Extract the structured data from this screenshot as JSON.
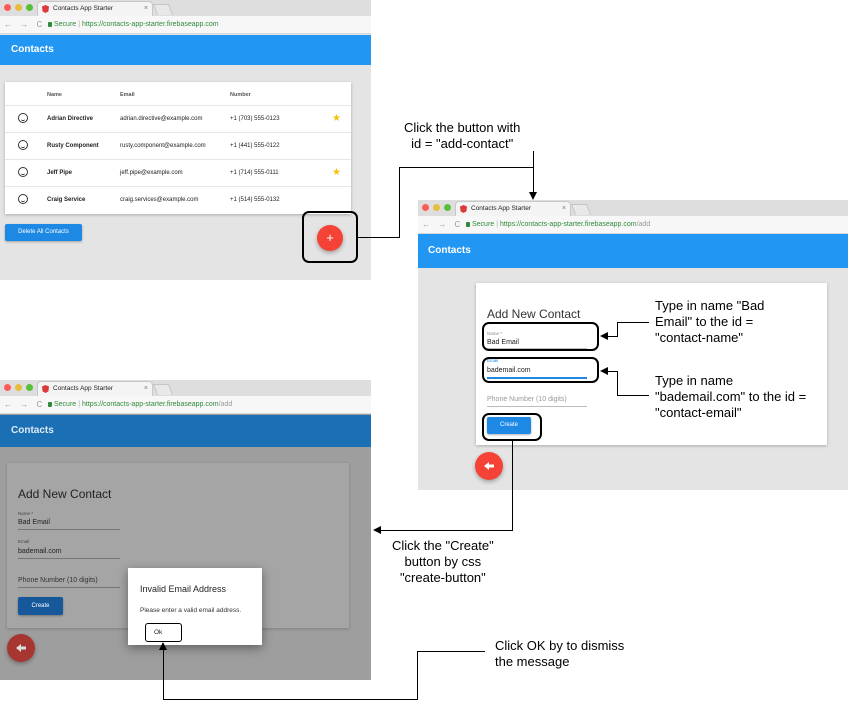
{
  "colors": {
    "appbar": "#2196f3",
    "fab": "#f44336",
    "button": "#1e88e5",
    "star": "#f4c20d",
    "secure": "#2e8b3a"
  },
  "browser": {
    "tab_title": "Contacts App Starter",
    "tab_close": "×",
    "nav_buttons": "← → C",
    "secure_label": "Secure",
    "url_base": "https://contacts-app-starter.firebaseapp.com",
    "url_add_path": "/add"
  },
  "app": {
    "title": "Contacts"
  },
  "contact_list": {
    "columns": [
      "Name",
      "Email",
      "Number"
    ],
    "rows": [
      {
        "name": "Adrian Directive",
        "email": "adrian.directive@example.com",
        "number": "+1 (703) 555-0123",
        "starred": true
      },
      {
        "name": "Rusty Component",
        "email": "rusty.component@example.com",
        "number": "+1 (441) 555-0122",
        "starred": false
      },
      {
        "name": "Jeff Pipe",
        "email": "jeff.pipe@example.com",
        "number": "+1 (714) 555-0111",
        "starred": true
      },
      {
        "name": "Craig Service",
        "email": "craig.services@example.com",
        "number": "+1 (514) 555-0132",
        "starred": false
      }
    ],
    "delete_all_label": "Delete All Contacts",
    "add_fab_icon": "+"
  },
  "add_form": {
    "heading": "Add New Contact",
    "name_label": "Name *",
    "name_value": "Bad Email",
    "email_label": "Email",
    "email_value": "bademail.com",
    "phone_placeholder": "Phone Number (10 digits)",
    "create_label": "Create",
    "back_fab_icon": "back-arrow-icon"
  },
  "dialog": {
    "title": "Invalid Email Address",
    "message": "Please enter a valid email address.",
    "ok_label": "Ok"
  },
  "callouts": {
    "add_contact": "Click the button with\nid = \"add-contact\"",
    "type_name": "Type in name \"Bad\nEmail\" to the id =\n\"contact-name\"",
    "type_email": "Type in name\n\"bademail.com\" to the id =\n\"contact-email\"",
    "create": "Click the \"Create\"\nbutton  by css\n\"create-button\"",
    "ok": "Click OK by to dismiss\nthe message"
  }
}
